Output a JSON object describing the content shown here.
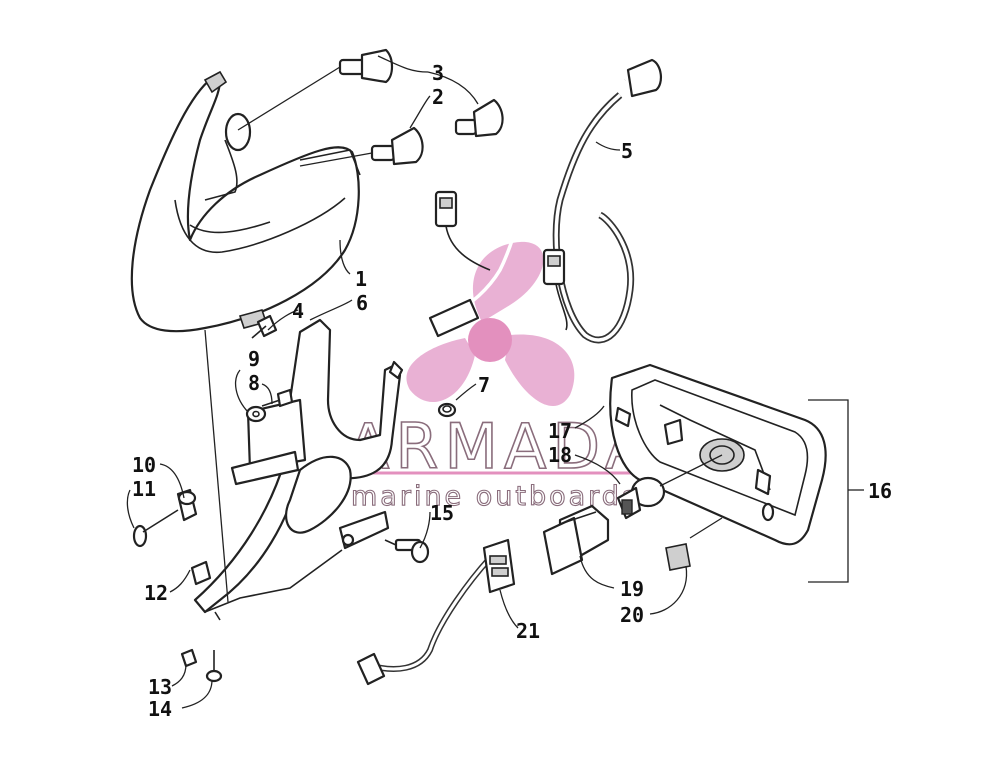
{
  "watermark": {
    "brand": "ARMADA",
    "tagline": "marine outboards",
    "colors": {
      "propeller": "#e7a9cf",
      "hub": "#e390be",
      "text_outline": "#8a6d7c",
      "underline": "#e390be"
    }
  },
  "callouts": {
    "c1": "1",
    "c2": "2",
    "c3": "3",
    "c4": "4",
    "c5": "5",
    "c6": "6",
    "c7": "7",
    "c8": "8",
    "c9": "9",
    "c10": "10",
    "c11": "11",
    "c12": "12",
    "c13": "13",
    "c14": "14",
    "c15": "15",
    "c16": "16",
    "c17": "17",
    "c18": "18",
    "c19": "19",
    "c20": "20",
    "c21": "21"
  }
}
